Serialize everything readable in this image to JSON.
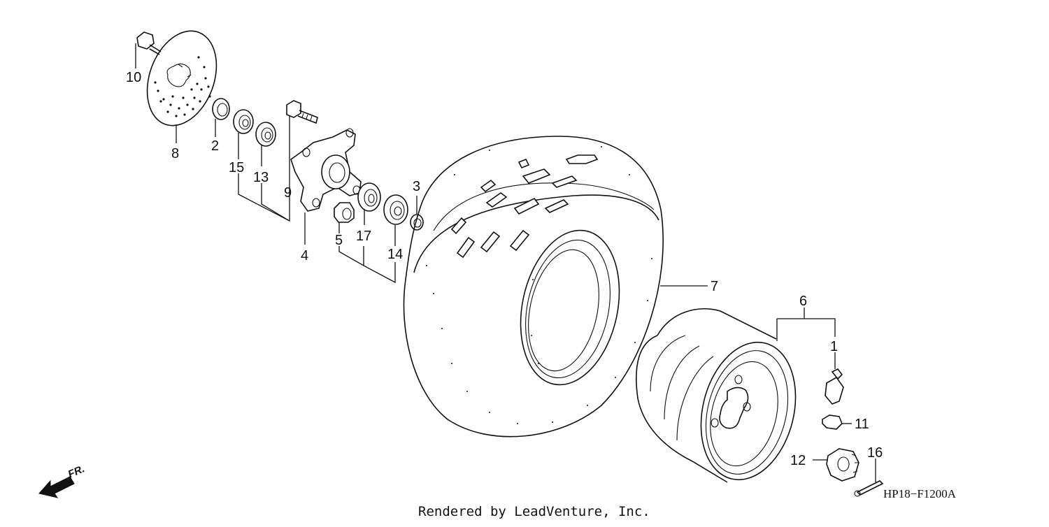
{
  "diagram": {
    "drawing_code": "HP18−F1200A",
    "credit": "Rendered by LeadVenture, Inc.",
    "direction_label": "FR.",
    "callouts": [
      {
        "id": "c10",
        "label": "10",
        "part": "disc-bolt"
      },
      {
        "id": "c8",
        "label": "8",
        "part": "brake-disc"
      },
      {
        "id": "c2",
        "label": "2",
        "part": "dust-seal"
      },
      {
        "id": "c15",
        "label": "15",
        "part": "bearing-a"
      },
      {
        "id": "c13",
        "label": "13",
        "part": "bearing-b"
      },
      {
        "id": "c9",
        "label": "9",
        "part": "hub-stud"
      },
      {
        "id": "c4",
        "label": "4",
        "part": "wheel-hub"
      },
      {
        "id": "c5",
        "label": "5",
        "part": "distance-collar"
      },
      {
        "id": "c17",
        "label": "17",
        "part": "bearing-c"
      },
      {
        "id": "c14",
        "label": "14",
        "part": "bearing-d"
      },
      {
        "id": "c3",
        "label": "3",
        "part": "collar"
      },
      {
        "id": "c7",
        "label": "7",
        "part": "tire"
      },
      {
        "id": "c6",
        "label": "6",
        "part": "wheel-rim"
      },
      {
        "id": "c1",
        "label": "1",
        "part": "valve-stem"
      },
      {
        "id": "c11",
        "label": "11",
        "part": "wheel-nut"
      },
      {
        "id": "c12",
        "label": "12",
        "part": "castle-nut"
      },
      {
        "id": "c16",
        "label": "16",
        "part": "cotter-pin"
      }
    ]
  }
}
